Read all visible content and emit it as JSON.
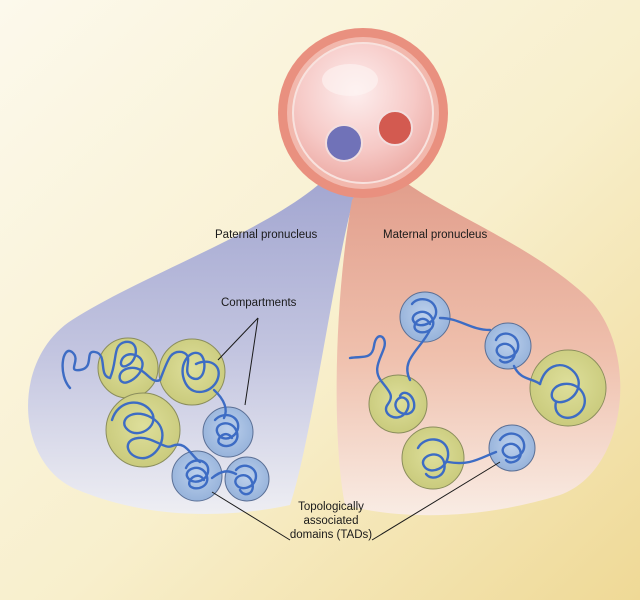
{
  "labels": {
    "paternal": "Paternal pronucleus",
    "maternal": "Maternal pronucleus",
    "compartments": "Compartments",
    "tads_line1": "Topologically",
    "tads_line2": "associated",
    "tads_line3": "domains (TADs)"
  },
  "colors": {
    "background_light": "#fbf7e6",
    "background_dark": "#f0dca0",
    "paternal_blue": "#7a7cc0",
    "maternal_red": "#d9695f",
    "cell_rim": "#e9907f",
    "compartment_fill": "#d3d48a",
    "tad_fill": "#a9c2e3",
    "chromatin": "#3f6fc7"
  }
}
